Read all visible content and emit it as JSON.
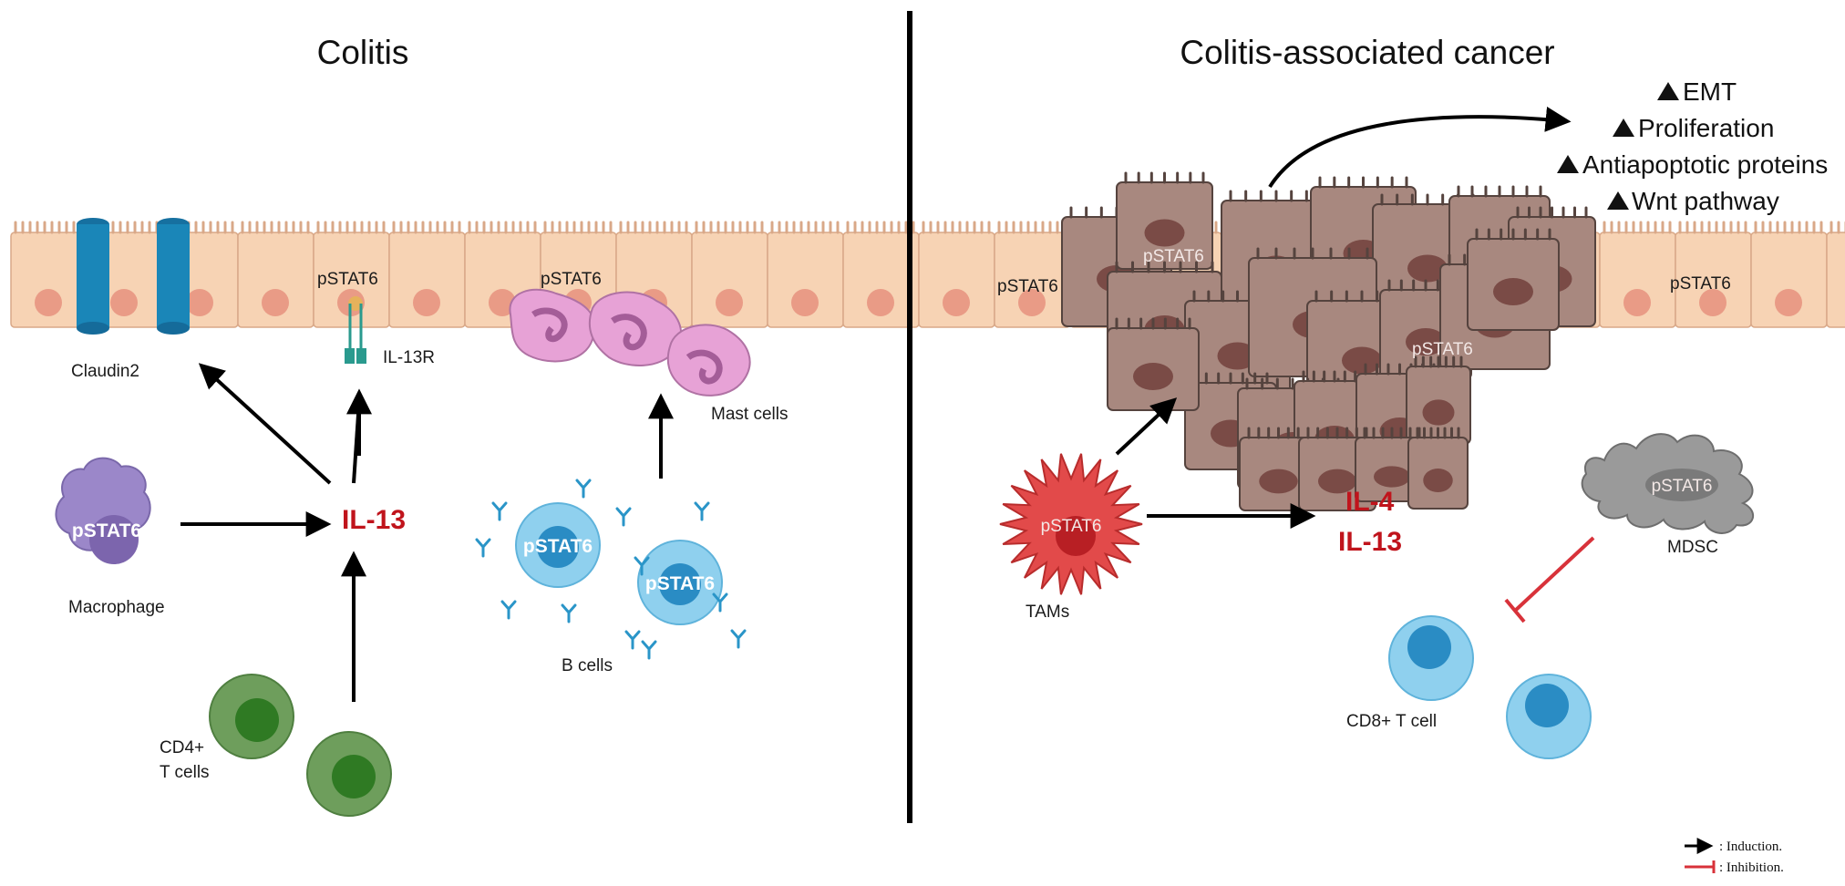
{
  "panels": {
    "left_title": "Colitis",
    "right_title": "Colitis-associated cancer"
  },
  "left": {
    "claudin_label": "Claudin2",
    "pstat6_epi_1": "pSTAT6",
    "pstat6_epi_2": "pSTAT6",
    "il13r_label": "IL-13R",
    "mast_label": "Mast cells",
    "macrophage_inner": "pSTAT6",
    "macrophage_label": "Macrophage",
    "il13_center": "IL-13",
    "bcell_inner_1": "pSTAT6",
    "bcell_inner_2": "pSTAT6",
    "bcell_label": "B cells",
    "cd4_label_line1": "CD4+",
    "cd4_label_line2": "T cells"
  },
  "right": {
    "effects": [
      "EMT",
      "Proliferation",
      "Antiapoptotic proteins",
      "Wnt pathway"
    ],
    "pstat6_epi_left": "pSTAT6",
    "pstat6_epi_right": "pSTAT6",
    "pstat6_tumor_top": "pSTAT6",
    "pstat6_tumor_mid": "pSTAT6",
    "tam_inner": "pSTAT6",
    "tam_label": "TAMs",
    "cytokine_1": "IL-4",
    "cytokine_2": "IL-13",
    "mdsc_inner": "pSTAT6",
    "mdsc_label": "MDSC",
    "cd8_label": "CD8+ T cell"
  },
  "legend": {
    "induction": ": Induction.",
    "inhibition": ": Inhibition."
  },
  "colors": {
    "epithelium": "#f7d3b4",
    "nucleus": "#e99b86",
    "claudin": "#1a7fae",
    "tumor": "#a8887f",
    "macrophage": "#9b87c9",
    "mast": "#e7a2d6",
    "bcell": "#8fd0ee",
    "cd4": "#6e9e5c",
    "tam": "#e24a4a",
    "mdsc": "#9a9a9a",
    "il13_text": "#c0141c",
    "inhibition_line": "#d8323a"
  }
}
